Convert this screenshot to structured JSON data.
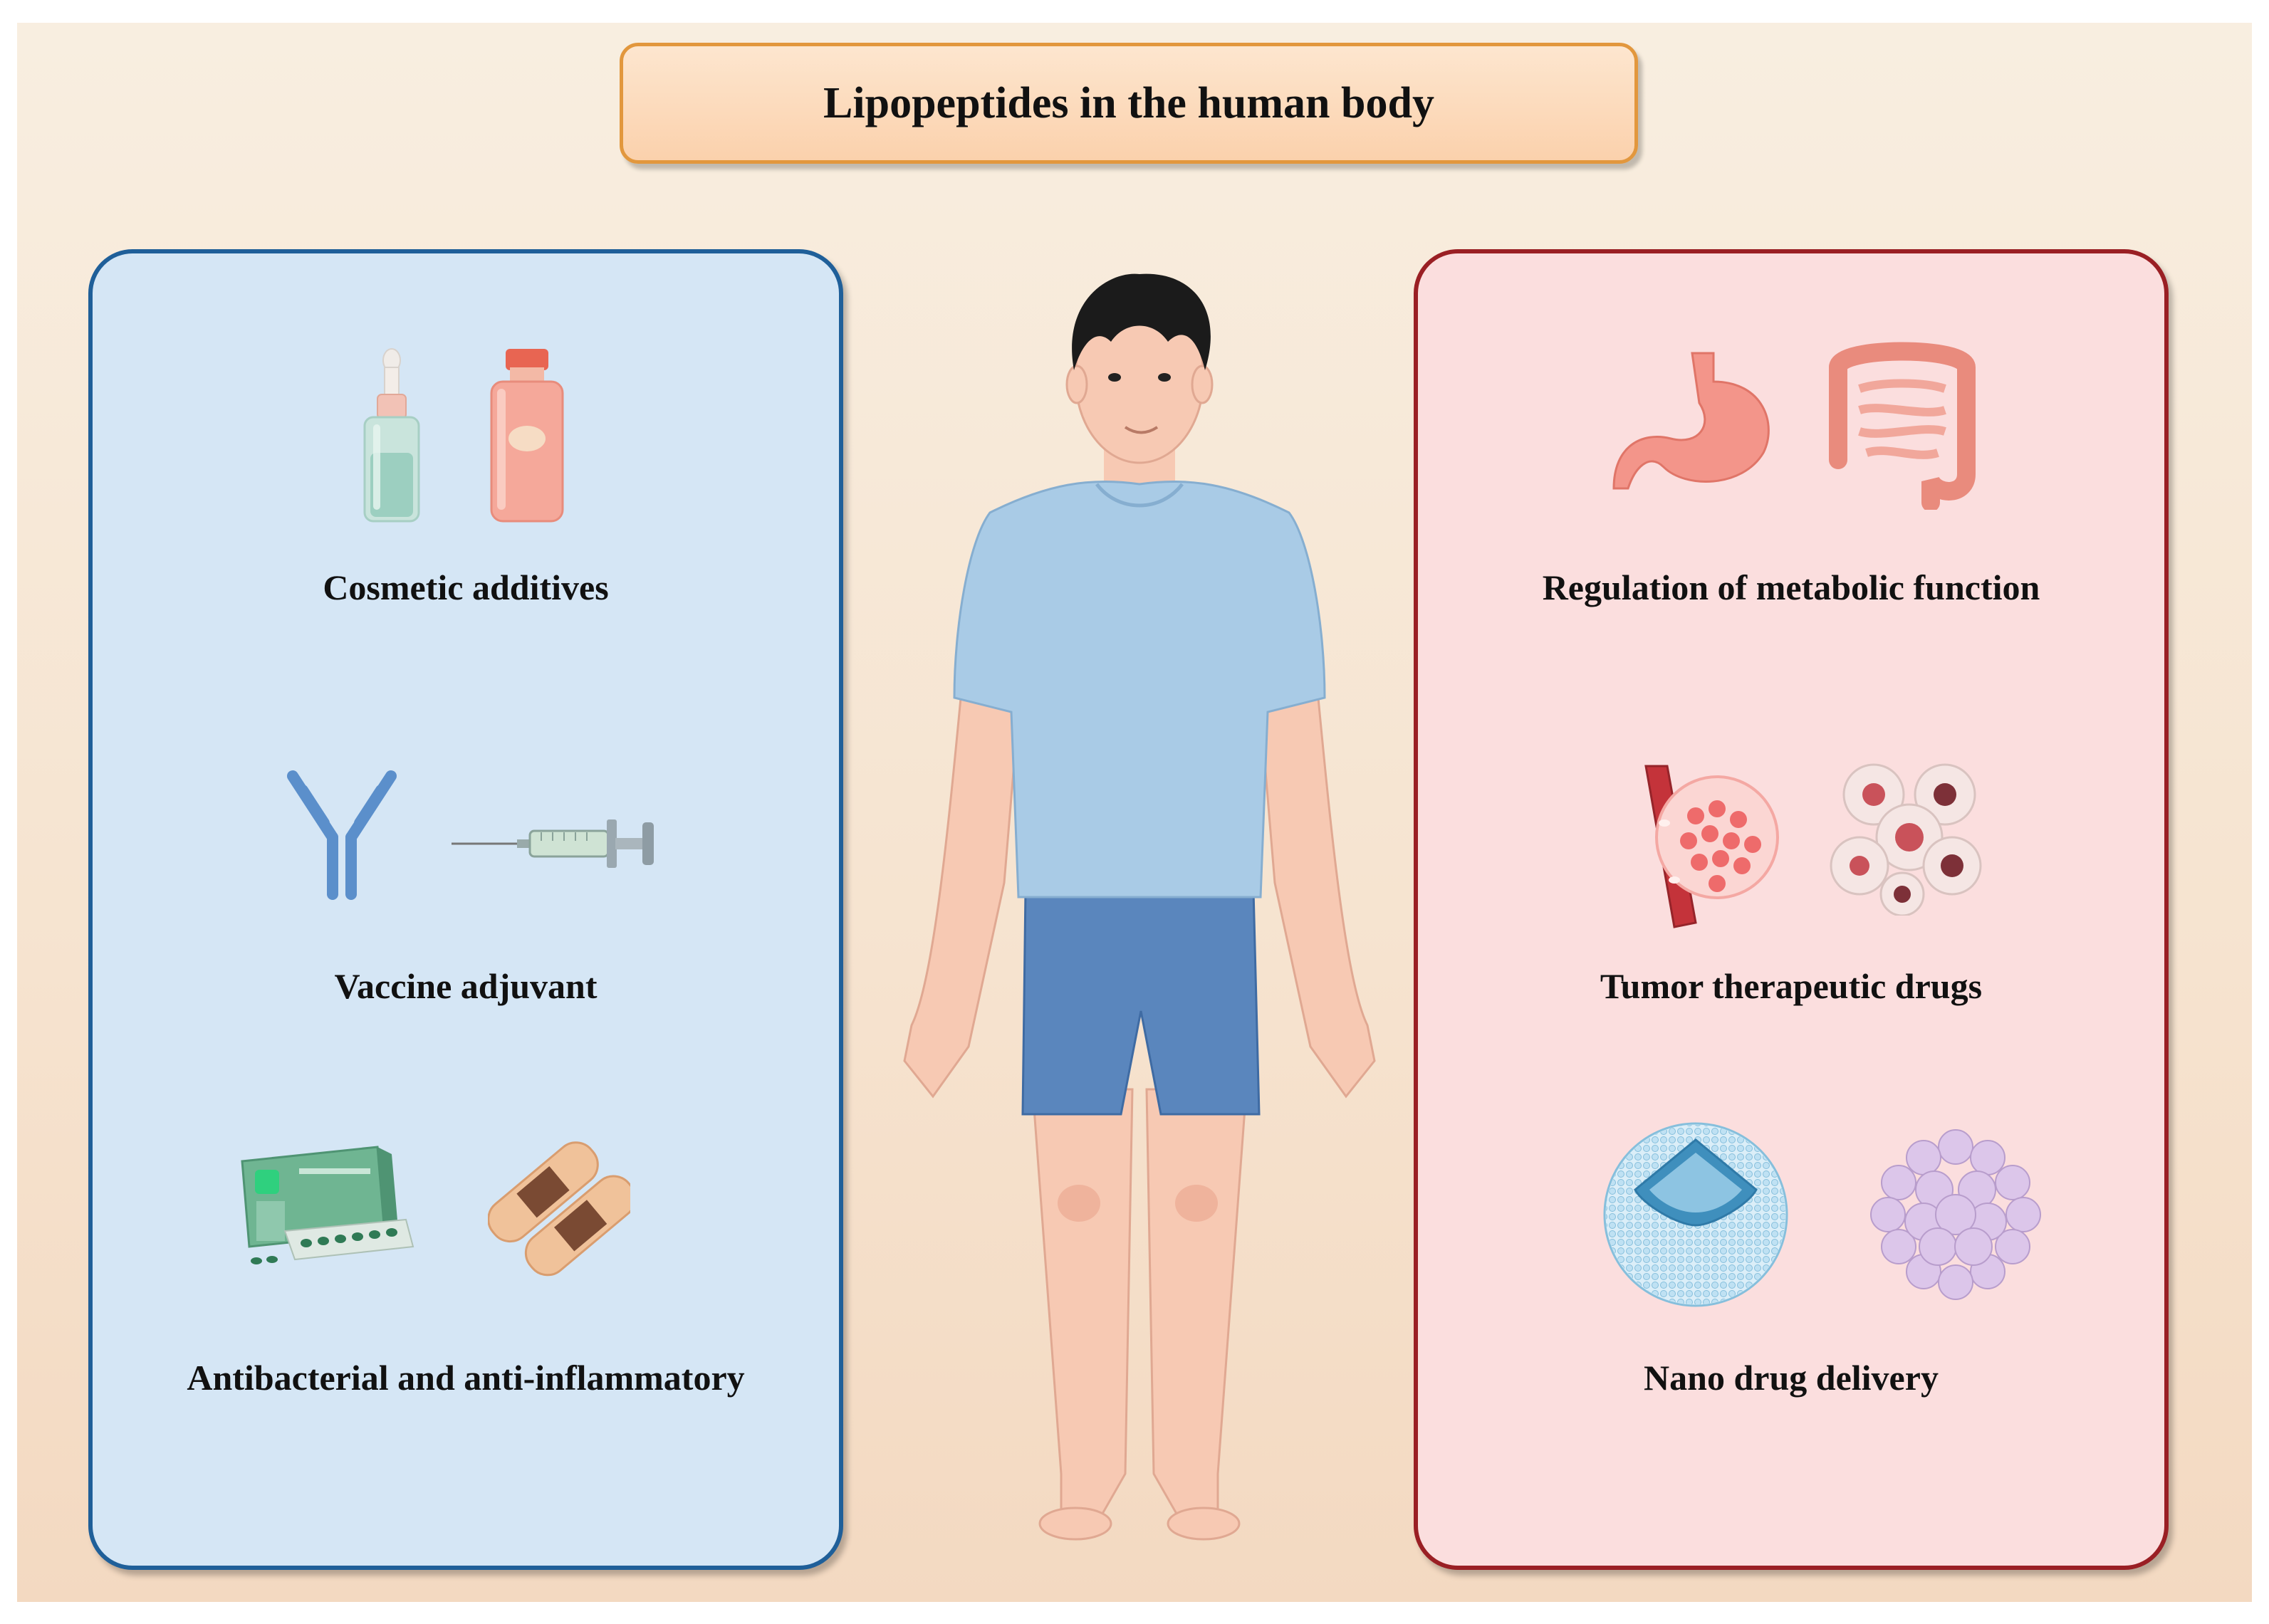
{
  "title": "Lipopeptides in the human body",
  "left_panel": {
    "items": [
      {
        "label": "Cosmetic additives",
        "icons": [
          "dropper-bottle-icon",
          "spray-bottle-icon"
        ]
      },
      {
        "label": "Vaccine adjuvant",
        "icons": [
          "antibody-icon",
          "syringe-icon"
        ]
      },
      {
        "label": "Antibacterial and anti-inflammatory",
        "icons": [
          "pill-box-icon",
          "bandage-icon"
        ]
      }
    ]
  },
  "right_panel": {
    "items": [
      {
        "label": "Regulation of metabolic function",
        "icons": [
          "stomach-icon",
          "intestine-icon"
        ]
      },
      {
        "label": "Tumor therapeutic drugs",
        "icons": [
          "tumor-tissue-icon",
          "tumor-cells-icon"
        ]
      },
      {
        "label": "Nano drug delivery",
        "icons": [
          "liposome-icon",
          "nanoparticle-icon"
        ]
      }
    ]
  },
  "colors": {
    "left_panel_border": "#1f5f99",
    "left_panel_fill": "#d5e6f5",
    "right_panel_border": "#9a1f24",
    "right_panel_fill": "#fbdede",
    "title_border": "#e2973d",
    "shirt": "#a9cbe6",
    "shorts": "#5a86bd",
    "skin": "#f7c9b3"
  }
}
